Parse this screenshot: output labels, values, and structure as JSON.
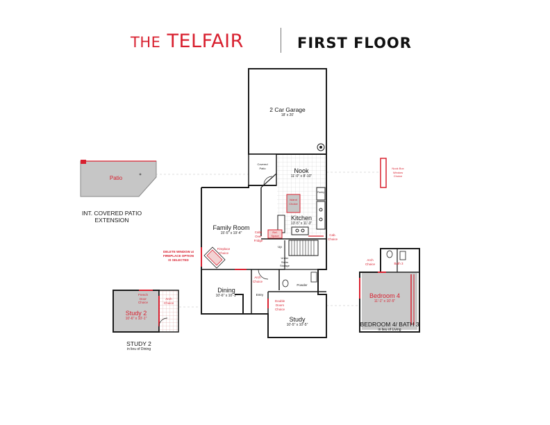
{
  "header": {
    "brand_prefix": "THE",
    "brand_name": "TELFAIR",
    "floor_label": "FIRST FLOOR"
  },
  "colors": {
    "accent_red": "#d8202f",
    "wall": "#1a1a1a",
    "patio_fill": "#c6c6c6",
    "bedroom_fill": "#c9c9c9",
    "dim_line": "#9a9a9a"
  },
  "rooms": {
    "garage": {
      "name": "2 Car Garage",
      "dims": "18' x 20'"
    },
    "covered_patio": {
      "name": "Covered\nPatio"
    },
    "nook": {
      "name": "Nook",
      "dims": "11'-0\" x 8'-10\""
    },
    "island": {
      "name": "Island\nChoice"
    },
    "pantry": {
      "name": "Pantry"
    },
    "kitchen": {
      "name": "Kitchen",
      "dims": "13'-5\" x 11'-3\""
    },
    "family": {
      "name": "Family Room",
      "dims": "15'-5\" x 19'-4\""
    },
    "dining": {
      "name": "Dining",
      "dims": "10'-6\" x 10'-1\""
    },
    "entry": {
      "name": "Entry"
    },
    "powder": {
      "name": "Powder"
    },
    "study": {
      "name": "Study",
      "dims": "10'-5\" x 10'-5\""
    },
    "under_stairs": {
      "name": "Under\nStairs\nStorage"
    },
    "up": {
      "name": "Up"
    }
  },
  "callouts": {
    "cabs_over_fridge": "Cabs\nOver\nFridge",
    "ref_space": "Ref.\nSpace",
    "cab_choice": "Cab.\nChoice",
    "fireplace_choice": "Fireplace\nChoice",
    "delete_window": "DELETE WINDOW at\nFIREPLACE OPTION\nIS SELECTED",
    "arch_choice": "Arch\nChoice",
    "double_doors_choice": "Double\nDoors\nChoice",
    "nook_box_window": "Nook Box\nWindow\nChoice"
  },
  "patio": {
    "name": "Patio",
    "caption_line1": "INT. COVERED PATIO",
    "caption_line2": "EXTENSION"
  },
  "study2": {
    "name": "Study 2",
    "dims": "10'-6\" x 10'-1\"",
    "french_door": "French\nDoor\nChoice",
    "arch_choice": "Arch\nChoice",
    "caption": "STUDY 2",
    "subcaption": "in lieu of Dining"
  },
  "bedroom4": {
    "name": "Bedroom 4",
    "dims": "11'-1\" x 10'-5\"",
    "bath": "Bath 3",
    "arch_choice": "Arch\nChoice",
    "caption": "BEDROOM 4/ BATH 3",
    "subcaption": "in lieu of Living"
  }
}
